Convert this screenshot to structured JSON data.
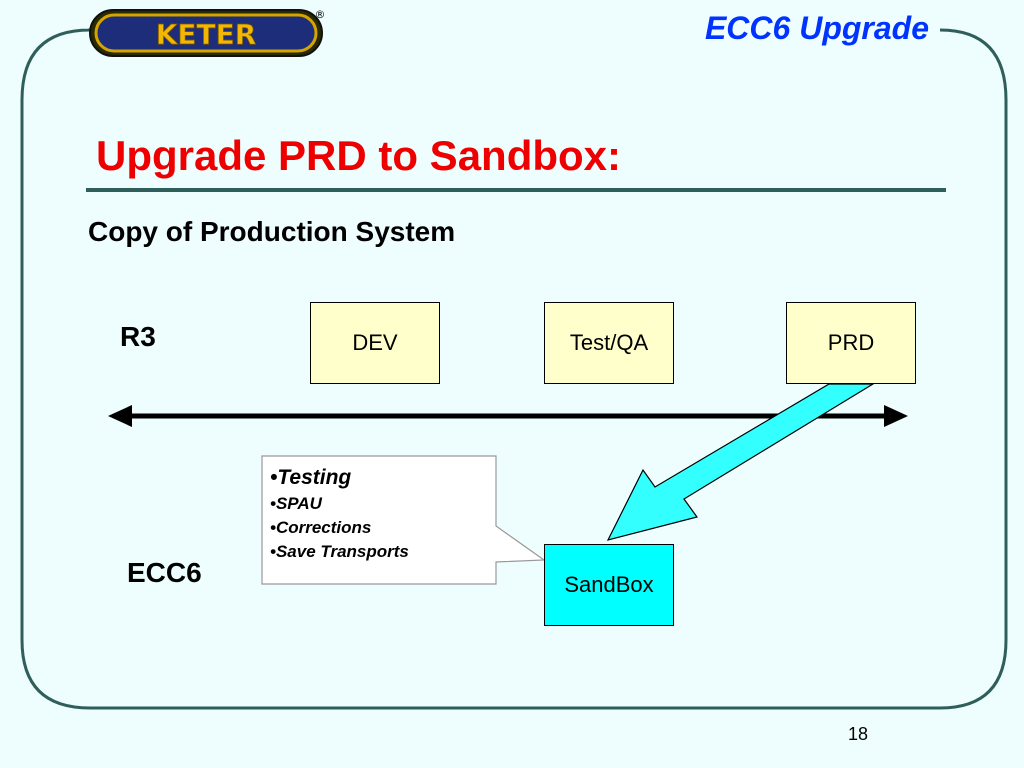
{
  "header": {
    "title": "ECC6 Upgrade",
    "logo": {
      "text": "KETER",
      "registered_mark": "®"
    }
  },
  "slide": {
    "title": "Upgrade PRD to Sandbox:",
    "subtitle": "Copy of Production System",
    "page_number": "18"
  },
  "rows": {
    "r3": "R3",
    "ecc6": "ECC6"
  },
  "systems": {
    "dev": "DEV",
    "test_qa": "Test/QA",
    "prd": "PRD",
    "sandbox": "SandBox"
  },
  "callout": {
    "bullet": "•",
    "items": [
      "Testing",
      "SPAU",
      "Corrections",
      "Save Transports"
    ]
  },
  "colors": {
    "background": "#eefefe",
    "frame": "#2f5f5a",
    "header_title": "#0033ff",
    "slide_title": "#ee0000",
    "prod_box": "#ffffcc",
    "sandbox_box": "#00ffff",
    "arrow_fill": "#33ffff"
  }
}
